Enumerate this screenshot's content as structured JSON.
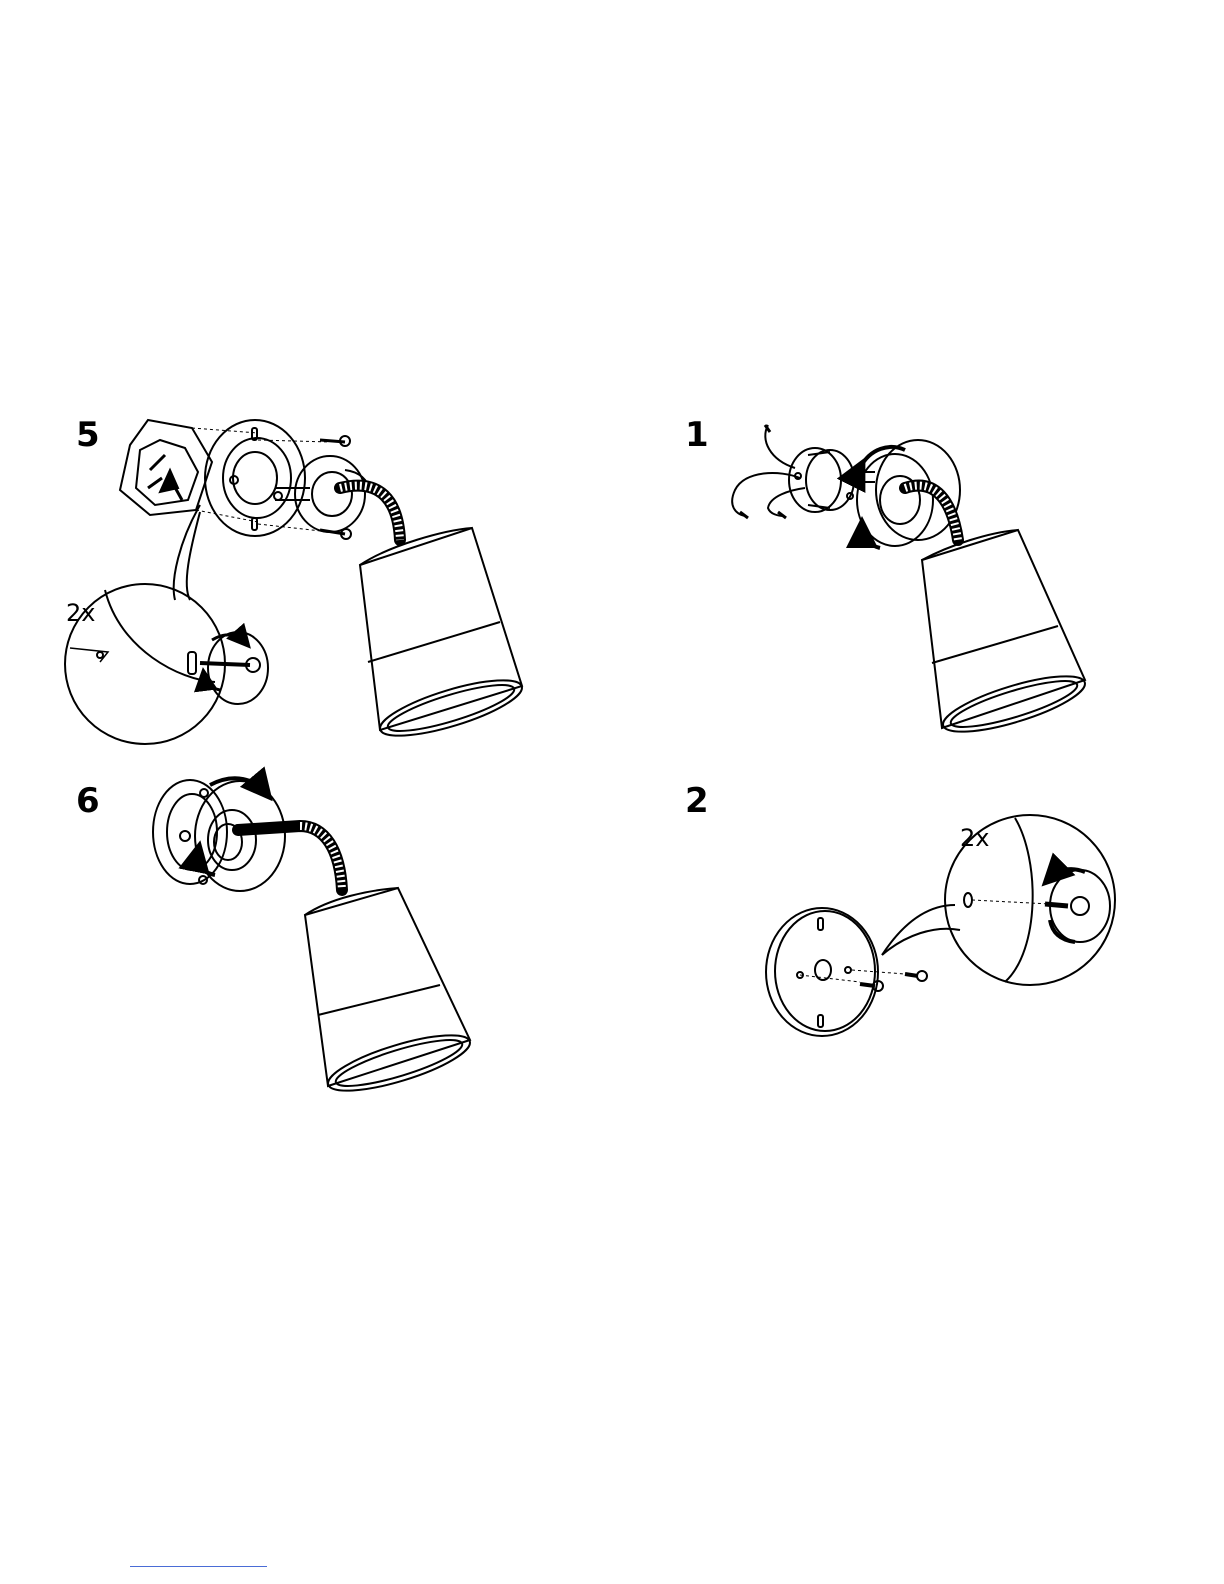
{
  "steps": [
    {
      "id": "step-5",
      "number": "5",
      "quantity": "2x",
      "description_icons": [
        "wall-junction-box-icon",
        "mounting-plate-icon",
        "screw-icon",
        "lamp-shade-icon",
        "rotate-arrow-icon"
      ]
    },
    {
      "id": "step-6",
      "number": "6",
      "description_icons": [
        "mounting-plate-icon",
        "cover-ring-icon",
        "rotate-arrow-icon",
        "lamp-shade-icon"
      ]
    },
    {
      "id": "step-1",
      "number": "1",
      "description_icons": [
        "wires-icon",
        "socket-icon",
        "cover-ring-icon",
        "rotate-arrow-icon",
        "lamp-shade-icon"
      ]
    },
    {
      "id": "step-2",
      "number": "2",
      "quantity": "2x",
      "description_icons": [
        "mounting-plate-icon",
        "screw-icon",
        "rotate-arrow-icon"
      ]
    }
  ],
  "colors": {
    "ink": "#000000",
    "paper": "#ffffff",
    "footer_rule": "#4a6cd6"
  }
}
